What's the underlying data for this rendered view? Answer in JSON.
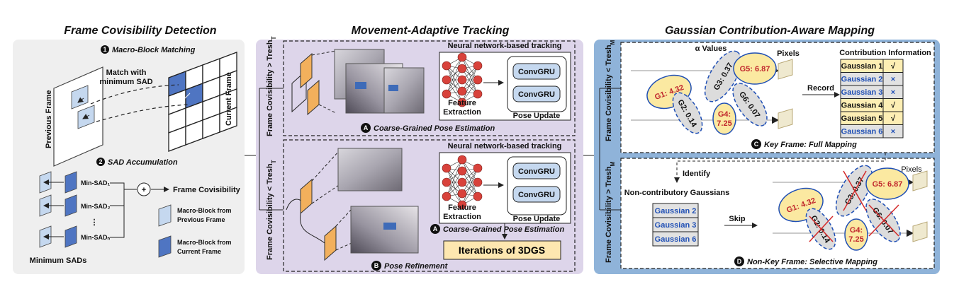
{
  "sections": {
    "covisibility": {
      "title": "Frame Covisibility Detection",
      "step1_num": "1",
      "step1": "Macro-Block Matching",
      "match_line1": "Match with",
      "match_line2": "minimum SAD",
      "previous_frame": "Previous Frame",
      "current_frame": "Current Frame",
      "step2_num": "2",
      "step2": "SAD Accumulation",
      "min_sads": [
        "Min-SAD₁",
        "Min-SAD₂",
        "Min-SADₙ"
      ],
      "dots": "⋮",
      "plus": "+",
      "frame_covisibility": "Frame Covisibility",
      "minimum_sads": "Minimum SADs",
      "legend_prev_1": "Macro-Block from",
      "legend_prev_2": "Previous Frame",
      "legend_cur_1": "Macro-Block from",
      "legend_cur_2": "Current Frame"
    },
    "tracking": {
      "title": "Movement-Adaptive Tracking",
      "cond_upper": "Frame Covisibility > Tresh",
      "cond_lower": "Frame Covisibility < Tresh",
      "cond_sub": "T",
      "nn_tracking": "Neural network-based tracking",
      "convgru": "ConvGRU",
      "feature_1": "Feature",
      "feature_2": "Extraction",
      "pose_update": "Pose Update",
      "badge_a": "A",
      "badge_b": "B",
      "coarse": "Coarse-Grained Pose Estimation",
      "iterations": "Iterations of 3DGS",
      "pose_refinement": "Pose Refinement"
    },
    "mapping": {
      "title": "Gaussian Contribution-Aware Mapping",
      "cond_upper": "Frame Covisibility < Tresh",
      "cond_lower": "Frame Covisibility > Tresh",
      "cond_sub": "M",
      "alpha_values": "α Values",
      "pixels": "Pixels",
      "record": "Record",
      "contribution_info": "Contribution Information",
      "gaussians": [
        {
          "name": "Gaussian 1",
          "mark": "√",
          "contributes": true
        },
        {
          "name": "Gaussian 2",
          "mark": "×",
          "contributes": false
        },
        {
          "name": "Gaussian 3",
          "mark": "×",
          "contributes": false
        },
        {
          "name": "Gaussian 4",
          "mark": "√",
          "contributes": true
        },
        {
          "name": "Gaussian 5",
          "mark": "√",
          "contributes": true
        },
        {
          "name": "Gaussian 6",
          "mark": "×",
          "contributes": false
        }
      ],
      "ellipses": {
        "g1": "G1: 4.32",
        "g2": "G2: 0.14",
        "g3": "G3: 0.37",
        "g4_1": "G4:",
        "g4_2": "7.25",
        "g5": "G5: 6.87",
        "g6": "G6: 0.07"
      },
      "badge_c": "C",
      "key_frame": "Key Frame: Full Mapping",
      "identify": "Identify",
      "non_contrib": "Non-contributory Gaussians",
      "non_contrib_list": [
        "Gaussian 2",
        "Gaussian 3",
        "Gaussian 6"
      ],
      "skip": "Skip",
      "badge_d": "D",
      "non_key_frame": "Non-Key Frame: Selective Mapping"
    }
  },
  "colors": {
    "panel_grey": "#efefef",
    "panel_purple": "#ddd5ea",
    "panel_blue": "#8fb3d9",
    "block_light": "#c5d8ef",
    "block_dark": "#4f75c2",
    "ellipse_yellow": "#fbe9a1",
    "ellipse_grey": "#dcdcdc",
    "table_yellow": "#fdeeb4",
    "table_grey": "#e2e2e2",
    "node_red": "#d8423b",
    "frame_orange": "#f2b05c"
  }
}
